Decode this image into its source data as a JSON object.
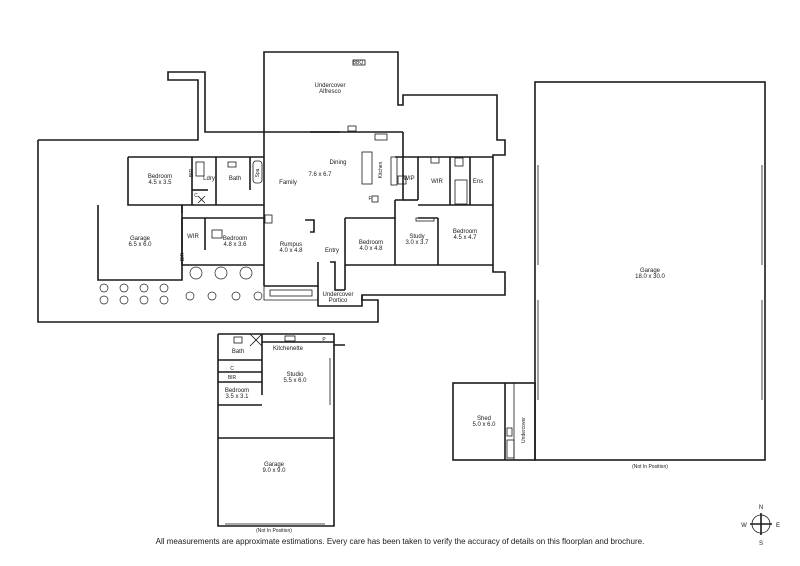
{
  "rooms": {
    "bedroom_nw": {
      "name": "Bedroom",
      "size": "4.5 x 3.5"
    },
    "bir_nw": "BIR",
    "ldry": "Ldry",
    "bath_main": "Bath",
    "spa": "Spa",
    "family": "Family",
    "dining": "Dining",
    "dining_size": "7.6 x 6.7",
    "kitchen": "Kitchen",
    "wip": "WIP",
    "wir_master": "WIR",
    "ens": "Ens",
    "garage_w": {
      "name": "Garage",
      "size": "6.5 x 6.0"
    },
    "c_main": "C",
    "wir_w": "WIR",
    "bir_w": "BIR",
    "bedroom_w": {
      "name": "Bedroom",
      "size": "4.8 x 3.6"
    },
    "rumpus": {
      "name": "Rumpus",
      "size": "4.0 x 4.8"
    },
    "entry": "Entry",
    "bedroom_c": {
      "name": "Bedroom",
      "size": "4.0 x 4.8"
    },
    "study": {
      "name": "Study",
      "size": "3.0 x 3.7"
    },
    "bedroom_e": {
      "name": "Bedroom",
      "size": "4.5 x 4.7"
    },
    "fridge": "F",
    "undercover_alfresco": {
      "line1": "Undercover",
      "line2": "Alfresco"
    },
    "bbq": "BBQ",
    "undercover_portico": {
      "line1": "Undercover",
      "line2": "Portico"
    },
    "bath_studio": "Bath",
    "kitchenette": "Kitchenette",
    "pantry": "P",
    "c_studio": "C",
    "bir_studio": "BIR",
    "studio": {
      "name": "Studio",
      "size": "5.5 x 6.0"
    },
    "bedroom_studio": {
      "name": "Bedroom",
      "size": "3.5 x 3.1"
    },
    "garage_studio": {
      "name": "Garage",
      "size": "9.0 x 9.0"
    },
    "shed": {
      "name": "Shed",
      "size": "5.0 x 6.0"
    },
    "undercover_shed": "Undercover",
    "garage_big": {
      "name": "Garage",
      "size": "18.0 x 30.0"
    }
  },
  "notes": {
    "not_in_position_1": "(Not In Position)",
    "not_in_position_2": "(Not In Position)"
  },
  "compass": {
    "n": "N",
    "s": "S",
    "e": "E",
    "w": "W"
  },
  "disclaimer": "All measurements are approximate estimations. Every care has been taken to verify the accuracy of details on this floorplan and brochure."
}
